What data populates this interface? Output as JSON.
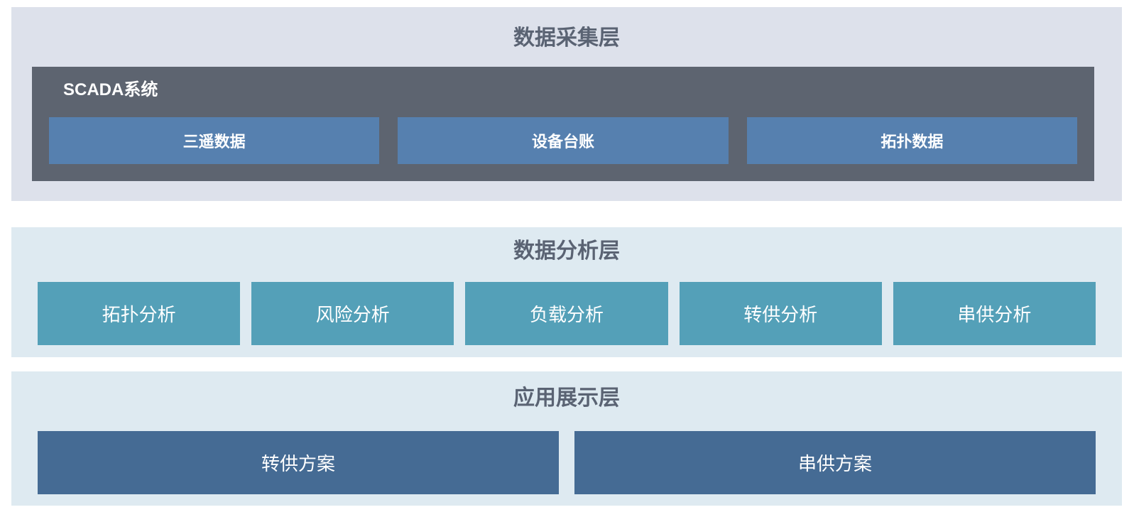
{
  "colors": {
    "page_bg": "#ffffff",
    "layer1_bg": "#dde1eb",
    "layer23_bg": "#deeaf1",
    "scada_bg": "#5d6470",
    "scada_item_bg": "#5680af",
    "analysis_item_bg": "#54a0b8",
    "app_item_bg": "#456b94",
    "title_color": "#5a6373",
    "item_text": "#ffffff"
  },
  "collection_layer": {
    "title": "数据采集层",
    "scada": {
      "label": "SCADA系统",
      "items": [
        "三遥数据",
        "设备台账",
        "拓扑数据"
      ]
    }
  },
  "analysis_layer": {
    "title": "数据分析层",
    "items": [
      "拓扑分析",
      "风险分析",
      "负载分析",
      "转供分析",
      "串供分析"
    ]
  },
  "application_layer": {
    "title": "应用展示层",
    "items": [
      "转供方案",
      "串供方案"
    ]
  }
}
